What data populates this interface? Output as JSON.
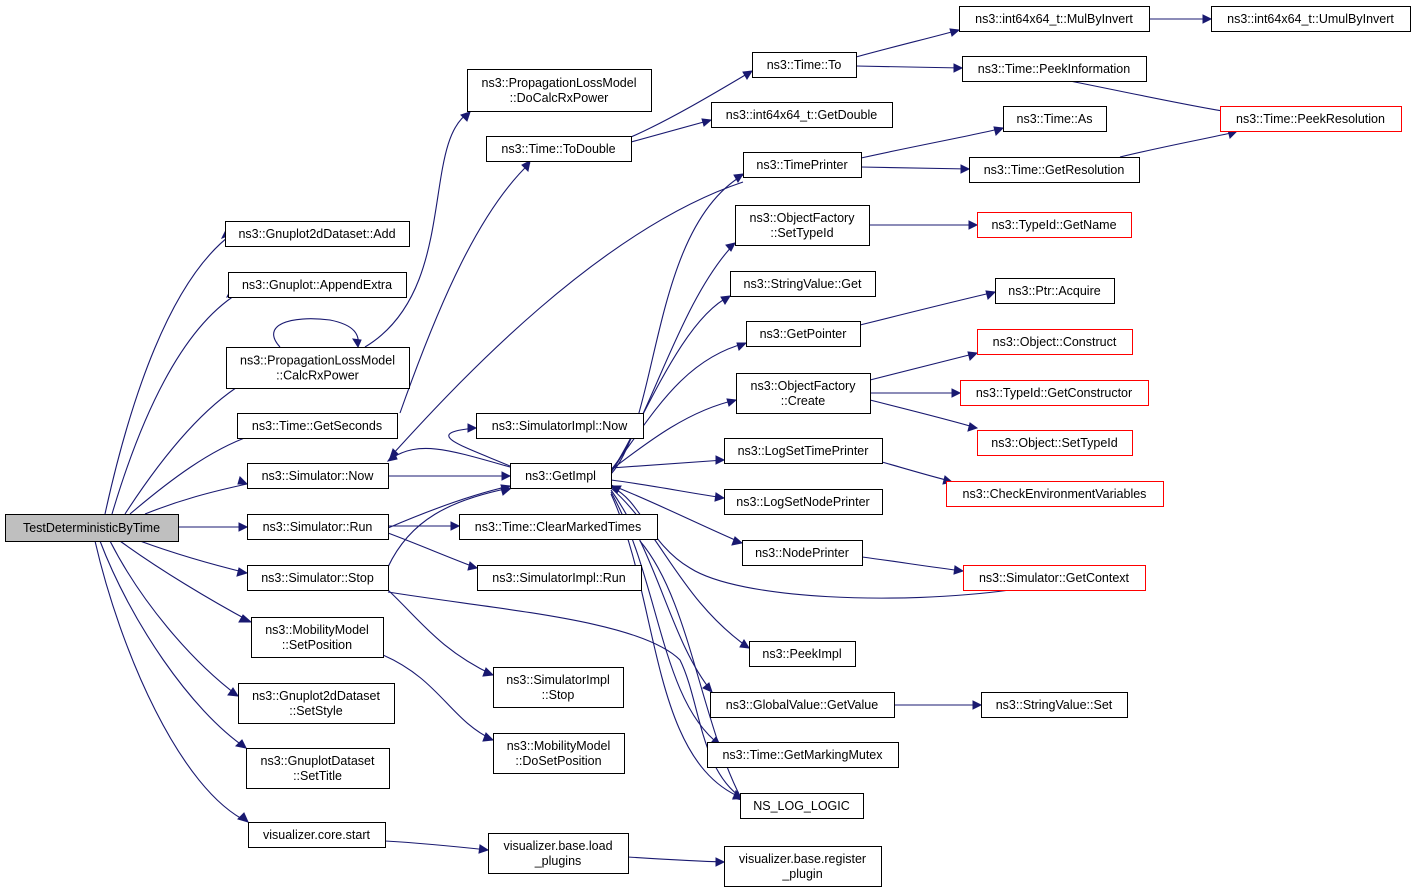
{
  "diagram": {
    "colors": {
      "edge": "#191970",
      "node_border": "#000000",
      "truncated_border": "#ff0000",
      "root_fill": "#bfbfbf"
    },
    "nodes": [
      {
        "id": "root",
        "lines": [
          "TestDeterministicByTime"
        ],
        "style": "root"
      },
      {
        "id": "gp2d_add",
        "lines": [
          "ns3::Gnuplot2dDataset::Add"
        ],
        "style": "normal"
      },
      {
        "id": "gp_appendextra",
        "lines": [
          "ns3::Gnuplot::AppendExtra"
        ],
        "style": "normal"
      },
      {
        "id": "plm_calcrx",
        "lines": [
          "ns3::PropagationLossModel",
          "::CalcRxPower"
        ],
        "style": "normal"
      },
      {
        "id": "plm_docalc",
        "lines": [
          "ns3::PropagationLossModel",
          "::DoCalcRxPower"
        ],
        "style": "normal"
      },
      {
        "id": "time_getseconds",
        "lines": [
          "ns3::Time::GetSeconds"
        ],
        "style": "normal"
      },
      {
        "id": "time_todouble",
        "lines": [
          "ns3::Time::ToDouble"
        ],
        "style": "normal"
      },
      {
        "id": "time_to",
        "lines": [
          "ns3::Time::To"
        ],
        "style": "normal"
      },
      {
        "id": "int64_getdouble",
        "lines": [
          "ns3::int64x64_t::GetDouble"
        ],
        "style": "normal"
      },
      {
        "id": "int64_mulbyinvert",
        "lines": [
          "ns3::int64x64_t::MulByInvert"
        ],
        "style": "normal"
      },
      {
        "id": "int64_umulbyinvert",
        "lines": [
          "ns3::int64x64_t::UmulByInvert"
        ],
        "style": "normal"
      },
      {
        "id": "time_peekinfo",
        "lines": [
          "ns3::Time::PeekInformation"
        ],
        "style": "normal"
      },
      {
        "id": "time_peekres",
        "lines": [
          "ns3::Time::PeekResolution"
        ],
        "style": "truncated"
      },
      {
        "id": "timeprinter",
        "lines": [
          "ns3::TimePrinter"
        ],
        "style": "normal"
      },
      {
        "id": "time_as",
        "lines": [
          "ns3::Time::As"
        ],
        "style": "normal"
      },
      {
        "id": "time_getres",
        "lines": [
          "ns3::Time::GetResolution"
        ],
        "style": "normal"
      },
      {
        "id": "of_settypeid",
        "lines": [
          "ns3::ObjectFactory",
          "::SetTypeId"
        ],
        "style": "normal"
      },
      {
        "id": "typeid_getname",
        "lines": [
          "ns3::TypeId::GetName"
        ],
        "style": "truncated"
      },
      {
        "id": "stringvalue_get",
        "lines": [
          "ns3::StringValue::Get"
        ],
        "style": "normal"
      },
      {
        "id": "getpointer",
        "lines": [
          "ns3::GetPointer"
        ],
        "style": "normal"
      },
      {
        "id": "ptr_acquire",
        "lines": [
          "ns3::Ptr::Acquire"
        ],
        "style": "normal"
      },
      {
        "id": "of_create",
        "lines": [
          "ns3::ObjectFactory",
          "::Create"
        ],
        "style": "normal"
      },
      {
        "id": "object_construct",
        "lines": [
          "ns3::Object::Construct"
        ],
        "style": "truncated"
      },
      {
        "id": "typeid_getconstructor",
        "lines": [
          "ns3::TypeId::GetConstructor"
        ],
        "style": "truncated"
      },
      {
        "id": "object_settypeid",
        "lines": [
          "ns3::Object::SetTypeId"
        ],
        "style": "truncated"
      },
      {
        "id": "logsettimeprinter",
        "lines": [
          "ns3::LogSetTimePrinter"
        ],
        "style": "normal"
      },
      {
        "id": "checkenv",
        "lines": [
          "ns3::CheckEnvironmentVariables"
        ],
        "style": "truncated"
      },
      {
        "id": "logsetnodeprinter",
        "lines": [
          "ns3::LogSetNodePrinter"
        ],
        "style": "normal"
      },
      {
        "id": "nodeprinter",
        "lines": [
          "ns3::NodePrinter"
        ],
        "style": "normal"
      },
      {
        "id": "sim_getcontext",
        "lines": [
          "ns3::Simulator::GetContext"
        ],
        "style": "truncated"
      },
      {
        "id": "peekimpl",
        "lines": [
          "ns3::PeekImpl"
        ],
        "style": "normal"
      },
      {
        "id": "gv_getvalue",
        "lines": [
          "ns3::GlobalValue::GetValue"
        ],
        "style": "normal"
      },
      {
        "id": "stringvalue_set",
        "lines": [
          "ns3::StringValue::Set"
        ],
        "style": "normal"
      },
      {
        "id": "time_getmarkingmutex",
        "lines": [
          "ns3::Time::GetMarkingMutex"
        ],
        "style": "normal"
      },
      {
        "id": "ns_log_logic",
        "lines": [
          "NS_LOG_LOGIC"
        ],
        "style": "normal"
      },
      {
        "id": "simimpl_now",
        "lines": [
          "ns3::SimulatorImpl::Now"
        ],
        "style": "normal"
      },
      {
        "id": "sim_now",
        "lines": [
          "ns3::Simulator::Now"
        ],
        "style": "normal"
      },
      {
        "id": "getimpl",
        "lines": [
          "ns3::GetImpl"
        ],
        "style": "normal"
      },
      {
        "id": "sim_run",
        "lines": [
          "ns3::Simulator::Run"
        ],
        "style": "normal"
      },
      {
        "id": "time_clearmarked",
        "lines": [
          "ns3::Time::ClearMarkedTimes"
        ],
        "style": "normal"
      },
      {
        "id": "simimpl_run",
        "lines": [
          "ns3::SimulatorImpl::Run"
        ],
        "style": "normal"
      },
      {
        "id": "sim_stop",
        "lines": [
          "ns3::Simulator::Stop"
        ],
        "style": "normal"
      },
      {
        "id": "simimpl_stop",
        "lines": [
          "ns3::SimulatorImpl",
          "::Stop"
        ],
        "style": "normal"
      },
      {
        "id": "mm_setposition",
        "lines": [
          "ns3::MobilityModel",
          "::SetPosition"
        ],
        "style": "normal"
      },
      {
        "id": "mm_dosetposition",
        "lines": [
          "ns3::MobilityModel",
          "::DoSetPosition"
        ],
        "style": "normal"
      },
      {
        "id": "gp2d_setstyle",
        "lines": [
          "ns3::Gnuplot2dDataset",
          "::SetStyle"
        ],
        "style": "normal"
      },
      {
        "id": "gpd_settitle",
        "lines": [
          "ns3::GnuplotDataset",
          "::SetTitle"
        ],
        "style": "normal"
      },
      {
        "id": "viz_core_start",
        "lines": [
          "visualizer.core.start"
        ],
        "style": "normal"
      },
      {
        "id": "viz_load_plugins",
        "lines": [
          "visualizer.base.load",
          "_plugins"
        ],
        "style": "normal"
      },
      {
        "id": "viz_register_plugin",
        "lines": [
          "visualizer.base.register",
          "_plugin"
        ],
        "style": "normal"
      }
    ]
  }
}
